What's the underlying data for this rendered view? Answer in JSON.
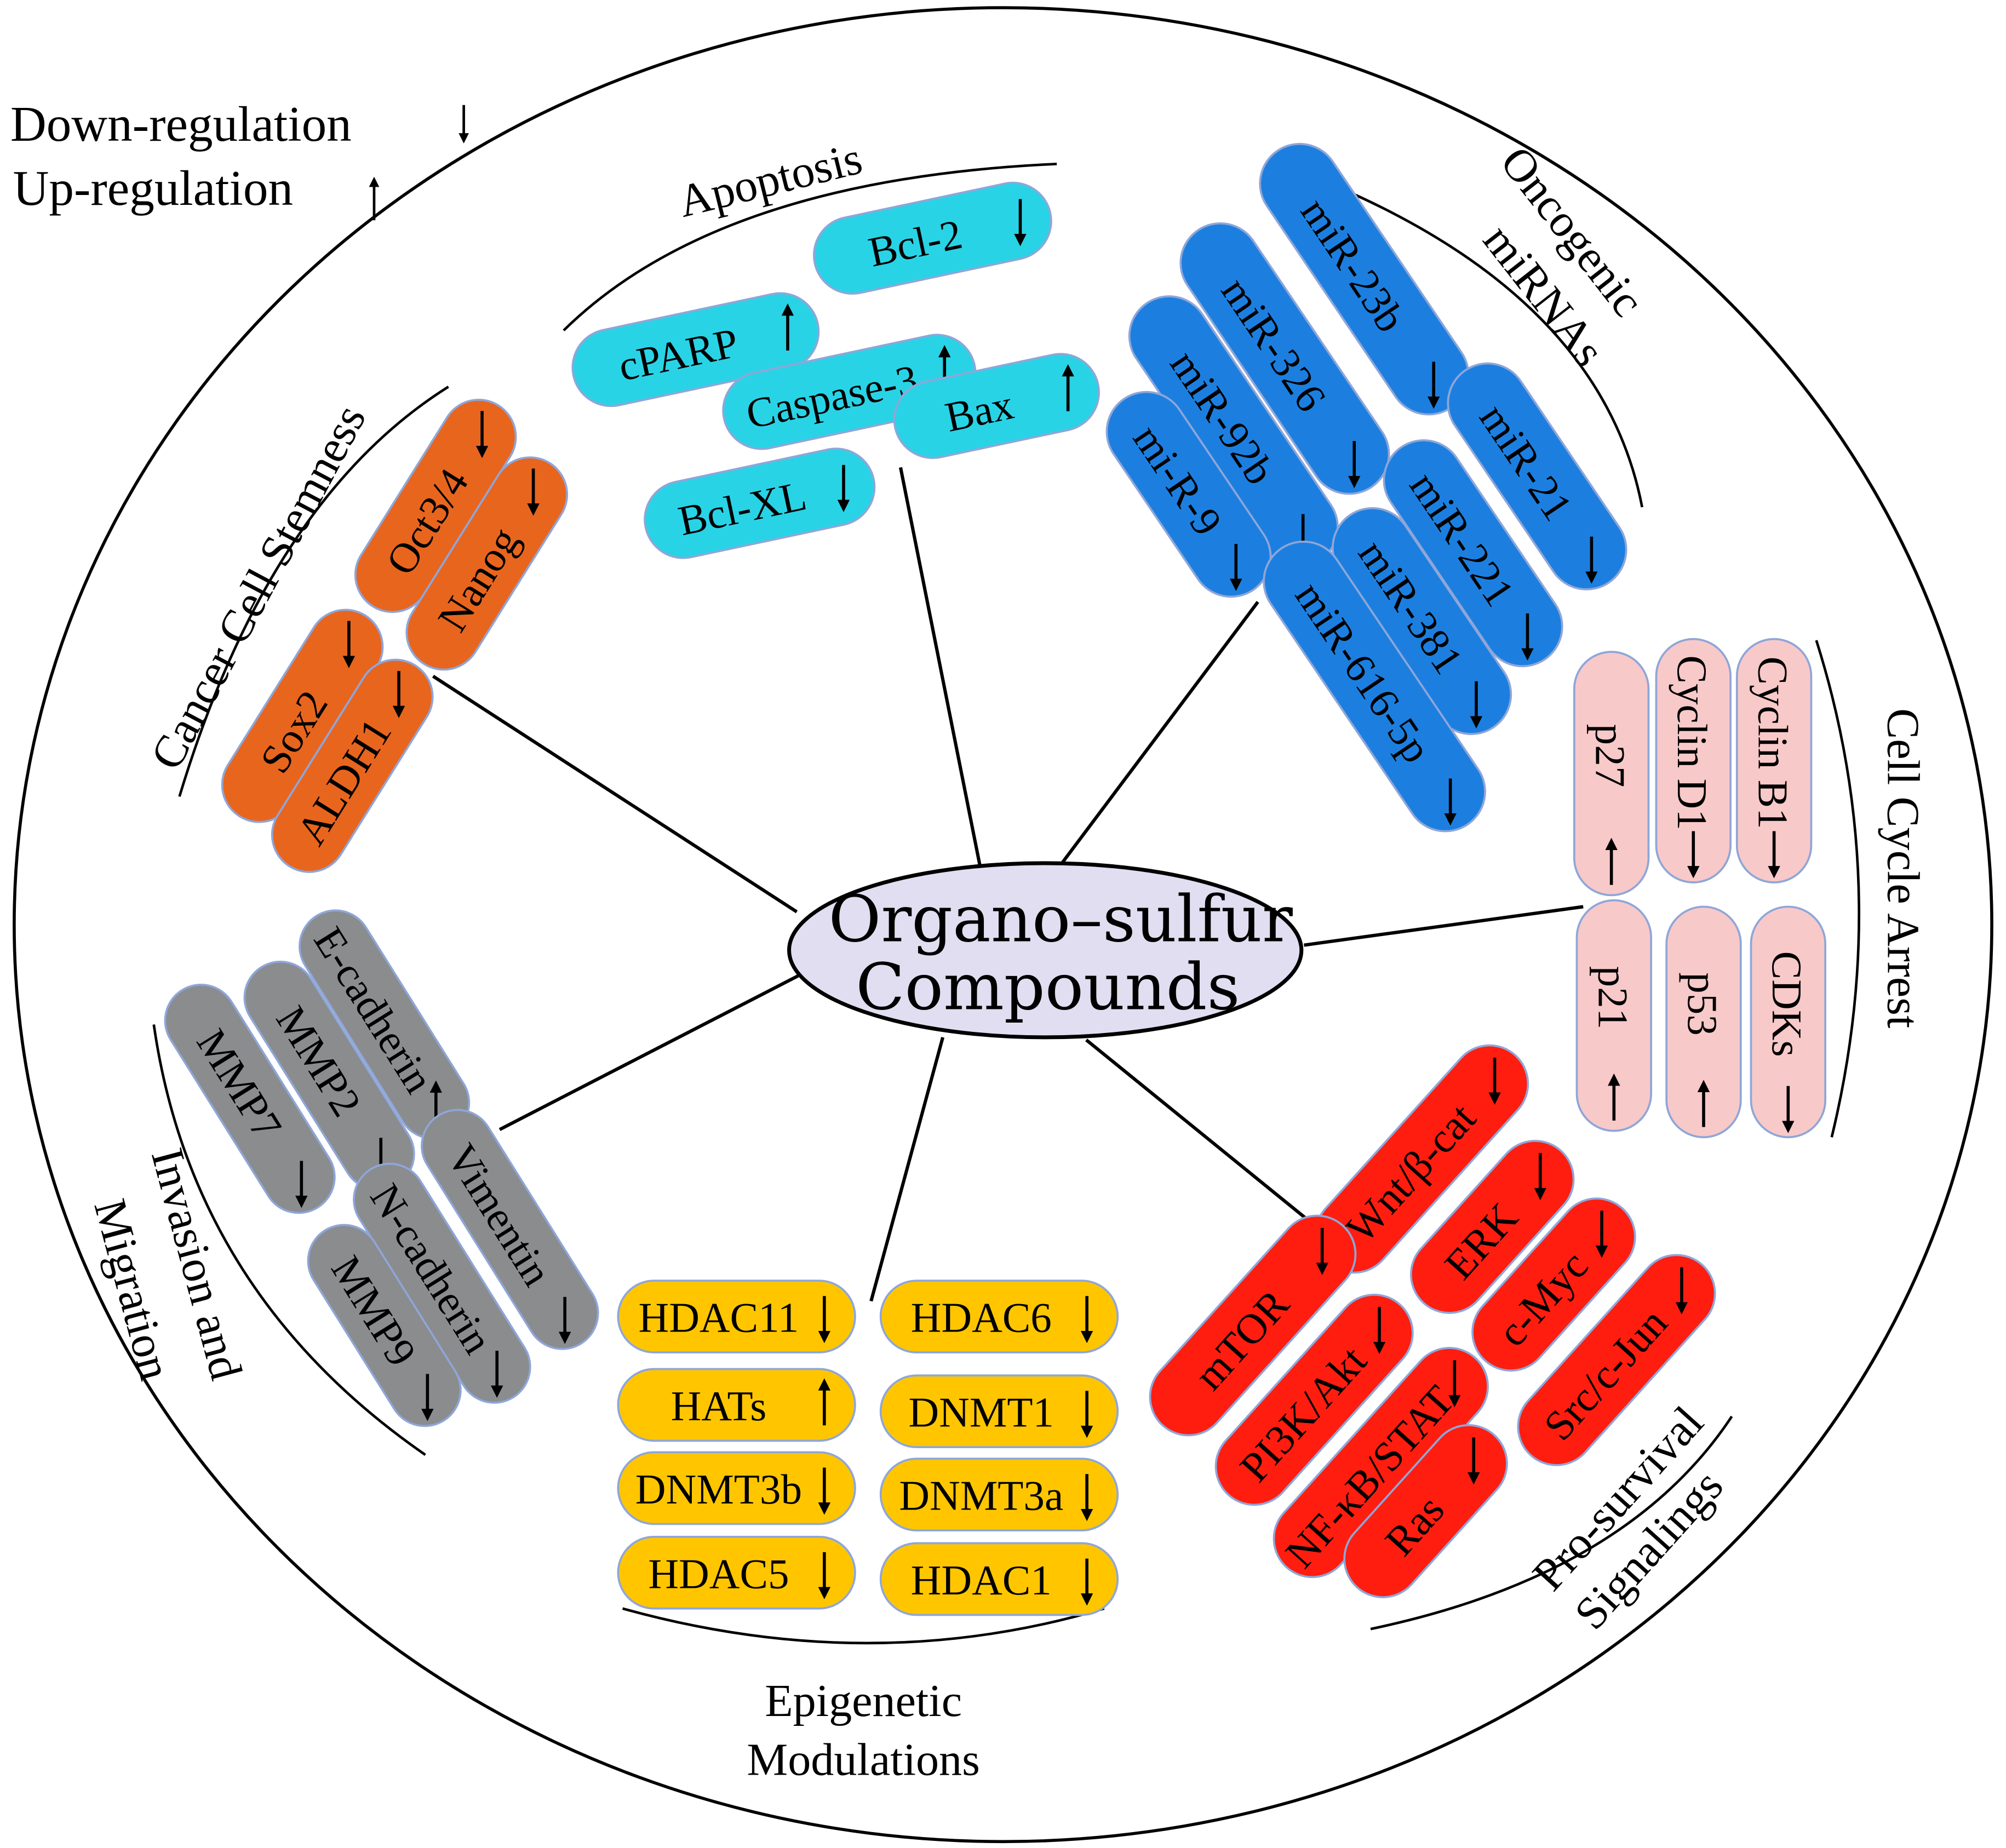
{
  "legend": {
    "down": "Down-regulation",
    "up": "Up-regulation"
  },
  "center": {
    "line1": "Organo–sulfur",
    "line2": "Compounds"
  },
  "colors": {
    "apoptosis": "#29d3e6",
    "mirna": "#1c7fe0",
    "cellcycle": "#f8c9c9",
    "survival": "#ff1d10",
    "epigenetic": "#ffc600",
    "invasion": "#8a8c8e",
    "stemness": "#e8651e",
    "center_fill": "#e0def0"
  },
  "groups": {
    "apoptosis": {
      "title": "Apoptosis",
      "items": [
        {
          "label": "cPARP",
          "dir": "up"
        },
        {
          "label": "Bcl-2",
          "dir": "down"
        },
        {
          "label": "Caspase-3",
          "dir": "up"
        },
        {
          "label": "Bcl-XL",
          "dir": "down"
        },
        {
          "label": "Bax",
          "dir": "up"
        }
      ]
    },
    "mirna": {
      "title1": "Oncogenic",
      "title2": "miRNAs",
      "items": [
        {
          "label": "miR-23b",
          "dir": "down"
        },
        {
          "label": "miR-326",
          "dir": "down"
        },
        {
          "label": "miR-92b",
          "dir": "down"
        },
        {
          "label": "mi-R-9",
          "dir": "down"
        },
        {
          "label": "miR-21",
          "dir": "down"
        },
        {
          "label": "miR-221",
          "dir": "down"
        },
        {
          "label": "miR-381",
          "dir": "down"
        },
        {
          "label": "miR-616-5p",
          "dir": "down"
        }
      ]
    },
    "cellcycle": {
      "title": "Cell Cycle Arrest",
      "items": [
        {
          "label": "p27",
          "dir": "up"
        },
        {
          "label": "Cyclin D1",
          "dir": "down"
        },
        {
          "label": "Cyclin B1",
          "dir": "down"
        },
        {
          "label": "p21",
          "dir": "up"
        },
        {
          "label": "p53",
          "dir": "up"
        },
        {
          "label": "CDKs",
          "dir": "down"
        }
      ]
    },
    "survival": {
      "title1": "Pro-survival",
      "title2": "Signalings",
      "items": [
        {
          "label": "Wnt/β-cat",
          "dir": "down"
        },
        {
          "label": "ERK",
          "dir": "down"
        },
        {
          "label": "c-Myc",
          "dir": "down"
        },
        {
          "label": "mTOR",
          "dir": "down"
        },
        {
          "label": "PI3K/Akt",
          "dir": "down"
        },
        {
          "label": "Src/c-Jun",
          "dir": "down"
        },
        {
          "label": "NF-κB/STAT",
          "dir": "down"
        },
        {
          "label": "Ras",
          "dir": "down"
        }
      ]
    },
    "epigenetic": {
      "title1": "Epigenetic",
      "title2": "Modulations",
      "items": [
        {
          "label": "HDAC11",
          "dir": "down"
        },
        {
          "label": "HDAC6",
          "dir": "down"
        },
        {
          "label": "HATs",
          "dir": "up"
        },
        {
          "label": "DNMT1",
          "dir": "down"
        },
        {
          "label": "DNMT3b",
          "dir": "down"
        },
        {
          "label": "DNMT3a",
          "dir": "down"
        },
        {
          "label": "HDAC5",
          "dir": "down"
        },
        {
          "label": "HDAC1",
          "dir": "down"
        }
      ]
    },
    "invasion": {
      "title1": "Invasion and",
      "title2": "Migration",
      "items": [
        {
          "label": "E-cadherin",
          "dir": "up"
        },
        {
          "label": "MMP2",
          "dir": "down"
        },
        {
          "label": "MMP7",
          "dir": "down"
        },
        {
          "label": "Vimentin",
          "dir": "down"
        },
        {
          "label": "N-cadherin",
          "dir": "down"
        },
        {
          "label": "MMP9",
          "dir": "down"
        }
      ]
    },
    "stemness": {
      "title": "Cancer Cell Stemness",
      "items": [
        {
          "label": "Oct3/4",
          "dir": "down"
        },
        {
          "label": "Nanog",
          "dir": "down"
        },
        {
          "label": "Sox2",
          "dir": "down"
        },
        {
          "label": "ALDH1",
          "dir": "down"
        }
      ]
    }
  }
}
